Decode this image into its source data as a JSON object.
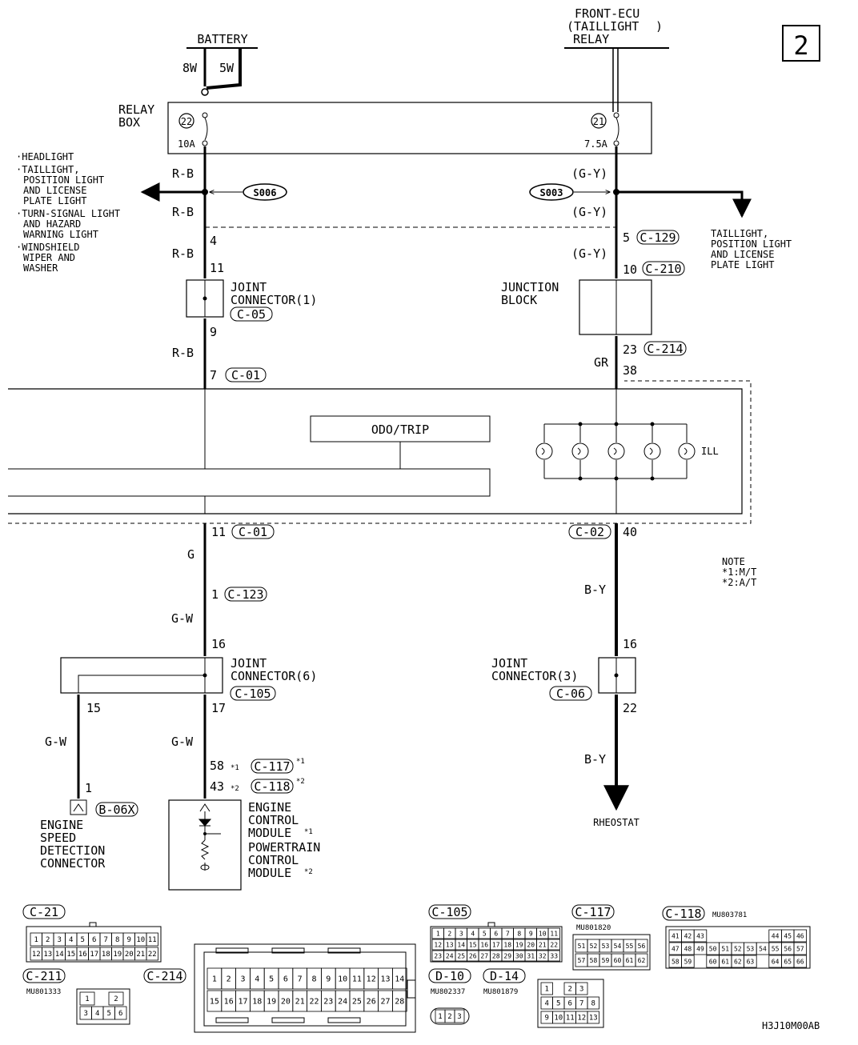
{
  "page_number": "2",
  "figure_code": "H3J10M00AB",
  "sources": {
    "battery": "BATTERY",
    "front_ecu": [
      "FRONT-ECU",
      "(TAILLIGHT",
      "RELAY"
    ],
    "front_ecu_paren_close": ")",
    "battery_wires": [
      "8W",
      "5W"
    ]
  },
  "relay_box": {
    "label": [
      "RELAY",
      "BOX"
    ],
    "fuse_left_no": "22",
    "fuse_left_amp": "10A",
    "fuse_right_no": "21",
    "fuse_right_amp": "7.5A"
  },
  "left_branch": [
    "·HEADLIGHT",
    "·TAILLIGHT,",
    "POSITION LIGHT",
    "AND LICENSE",
    "PLATE LIGHT",
    "·TURN-SIGNAL LIGHT",
    "AND HAZARD",
    "WARNING LIGHT",
    "·WINDSHIELD",
    "WIPER AND",
    "WASHER"
  ],
  "right_branch": [
    "TAILLIGHT,",
    "POSITION LIGHT",
    "AND LICENSE",
    "PLATE LIGHT"
  ],
  "splices": {
    "left": "S006",
    "right": "S003"
  },
  "wire_colors": {
    "rb": "R-B",
    "gy": "(G-Y)",
    "gr": "GR",
    "g": "G",
    "gw": "G-W",
    "by": "B-Y"
  },
  "pins": {
    "p4": "4",
    "p5": "5",
    "p11a": "11",
    "p10": "10",
    "p9": "9",
    "p23": "23",
    "p7": "7",
    "p38": "38",
    "p11b": "11",
    "p40": "40",
    "p1": "1",
    "p16a": "16",
    "p16b": "16",
    "p15": "15",
    "p17": "17",
    "p22": "22",
    "p58": "58",
    "p43": "43",
    "p1b": "1",
    "star1": "*1",
    "star2": "*2"
  },
  "connectors": {
    "c129": "C-129",
    "c210": "C-210",
    "c05": "C-05",
    "c214": "C-214",
    "c01a": "C-01",
    "c01b": "C-01",
    "c02": "C-02",
    "c123": "C-123",
    "c105": "C-105",
    "c06": "C-06",
    "c117": "C-117",
    "c118": "C-118",
    "b06x": "B-06X"
  },
  "components": {
    "joint1": [
      "JOINT",
      "CONNECTOR(1)"
    ],
    "junction": [
      "JUNCTION",
      "BLOCK"
    ],
    "joint6": [
      "JOINT",
      "CONNECTOR(6)"
    ],
    "joint3": [
      "JOINT",
      "CONNECTOR(3)"
    ],
    "odo": "ODO/TRIP",
    "ill": "ILL",
    "esd": [
      "ENGINE",
      "SPEED",
      "DETECTION",
      "CONNECTOR"
    ],
    "ecm": [
      "ENGINE",
      "CONTROL",
      "MODULE"
    ],
    "pcm": [
      "POWERTRAIN",
      "CONTROL",
      "MODULE"
    ],
    "rheostat": "RHEOSTAT"
  },
  "note": {
    "title": "NOTE",
    "items": [
      "*1:M/T",
      "*2:A/T"
    ]
  },
  "views": {
    "c21": {
      "label": "C-21",
      "row1": [
        "1",
        "2",
        "3",
        "4",
        "5",
        "6",
        "7",
        "8",
        "9",
        "10",
        "11"
      ],
      "row2": [
        "12",
        "13",
        "14",
        "15",
        "16",
        "17",
        "18",
        "19",
        "20",
        "21",
        "22"
      ]
    },
    "c211": {
      "label": "C-211",
      "part": "MU801333",
      "row1": [
        "1",
        "",
        "2"
      ],
      "row2": [
        "3",
        "4",
        "5",
        "6"
      ]
    },
    "c214": {
      "label": "C-214"
    },
    "ecm_conn": {
      "row1": [
        "1",
        "2",
        "3",
        "4",
        "5",
        "6",
        "7",
        "8",
        "9",
        "10",
        "11",
        "12",
        "13",
        "14"
      ],
      "row2": [
        "15",
        "16",
        "17",
        "18",
        "19",
        "20",
        "21",
        "22",
        "23",
        "24",
        "25",
        "26",
        "27",
        "28"
      ]
    },
    "c105": {
      "label": "C-105",
      "row1": [
        "1",
        "2",
        "3",
        "4",
        "5",
        "6",
        "7",
        "8",
        "9",
        "10",
        "11"
      ],
      "row2": [
        "12",
        "13",
        "14",
        "15",
        "16",
        "17",
        "18",
        "19",
        "20",
        "21",
        "22"
      ],
      "row3": [
        "23",
        "24",
        "25",
        "26",
        "27",
        "28",
        "29",
        "30",
        "31",
        "32",
        "33"
      ]
    },
    "d10": {
      "label": "D-10",
      "part": "MU802337",
      "pins": [
        "1",
        "2",
        "3"
      ]
    },
    "d14": {
      "label": "D-14",
      "part": "MU801879",
      "row1": [
        "1",
        "",
        "2",
        "3"
      ],
      "row2": [
        "4",
        "5",
        "6",
        "7",
        "8"
      ],
      "row3": [
        "9",
        "10",
        "11",
        "12",
        "13"
      ]
    },
    "c117": {
      "label": "C-117",
      "part": "MU801820",
      "row1": [
        "51",
        "52",
        "53",
        "54",
        "55",
        "56"
      ],
      "row2": [
        "57",
        "58",
        "59",
        "60",
        "61",
        "62"
      ]
    },
    "c118": {
      "label": "C-118",
      "part": "MU803781",
      "row1": [
        "41",
        "42",
        "43",
        "",
        "",
        "",
        "",
        "",
        "44",
        "45",
        "46"
      ],
      "row2": [
        "47",
        "48",
        "49",
        "50",
        "51",
        "52",
        "53",
        "54",
        "55",
        "56",
        "57"
      ],
      "row3": [
        "58",
        "59",
        "",
        "60",
        "61",
        "62",
        "63",
        "",
        "64",
        "65",
        "66"
      ]
    }
  }
}
